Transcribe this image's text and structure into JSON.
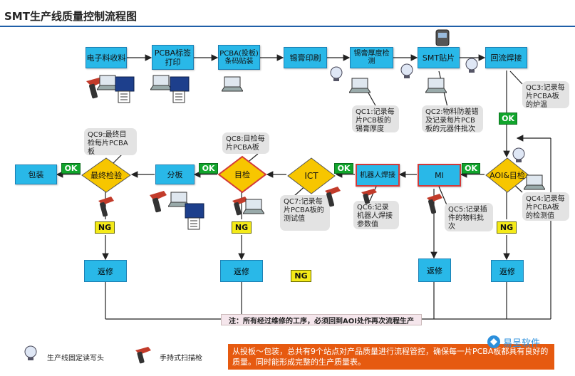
{
  "title": "SMT生产线质量控制流程图",
  "steps": {
    "s1": "电子料收料",
    "s2": "PCBA标签打印",
    "s3": "PCBA(投板)条码贴装",
    "s4": "锡膏印刷",
    "s5": "锡膏厚度检测",
    "s6": "SMT贴片",
    "s7": "回流焊接",
    "aoi": "AOI&目检",
    "mi": "MI",
    "robot": "机器人焊接",
    "ict": "ICT",
    "visual": "目检",
    "split": "分板",
    "final": "最终检验",
    "pack": "包装"
  },
  "ok_label": "OK",
  "ng_label": "NG",
  "rework_label": "返修",
  "callouts": {
    "qc1": "QC1:记录每片PCB板的锡膏厚度",
    "qc2": "QC2:物料防差错及记录每片PCB板的元器件批次",
    "qc3": "QC3:记录每片PCBA板的炉温",
    "qc4": "QC4:记录每片PCBA板的检测值",
    "qc5": "QC5:记录插件的物料批次",
    "qc6": "QC6:记录机器人焊接参数值",
    "qc7": "QC7:记录每片PCBA板的测试值",
    "qc8": "QC8:目检每片PCBA板",
    "qc9": "QC9:最终目检每片PCBA板"
  },
  "notice": "注：所有经过维修的工序，必须回到AOI处作再次流程生产",
  "legend": {
    "fixed_reader": "生产线固定读写头",
    "handheld_scanner": "手持式扫描枪"
  },
  "summary": "从投板～包装，总共有9个站点对产品质量进行流程管控，确保每一片PCBA板都具有良好的质量。同时能形成完整的生产质量表。",
  "brand": "易呈软件",
  "colors": {
    "process_fill": "#29b8e8",
    "ok_fill": "#11a52c",
    "ng_fill": "#f4ea18",
    "decision_fill": "#f7c600",
    "decision_border": "#d23a3a",
    "summary_fill": "#e65a10"
  },
  "icons": [
    "pc-reader-icon",
    "handheld-scanner-icon",
    "laptop-icon",
    "label-printer-icon",
    "pda-icon"
  ]
}
